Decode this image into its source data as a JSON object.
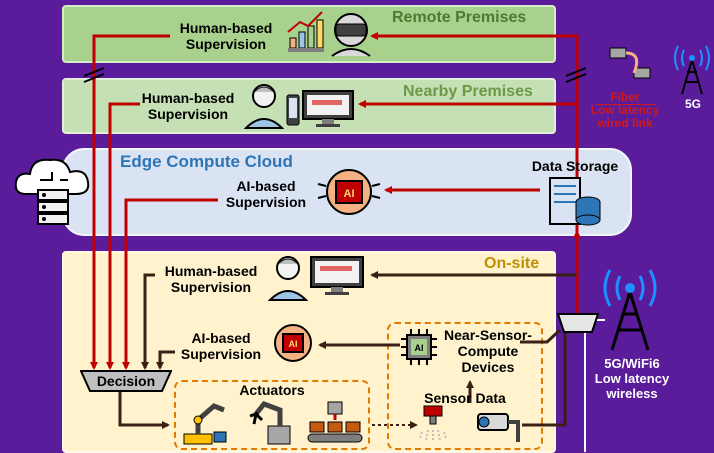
{
  "zones": {
    "remote": "Remote Premises",
    "nearby": "Nearby Premises",
    "edge": "Edge Compute Cloud",
    "onsite": "On-site"
  },
  "labels": {
    "remote_supervision": "Human-based Supervision",
    "nearby_supervision": "Human-based Supervision",
    "edge_supervision": "AI-based Supervision",
    "data_storage": "Data Storage",
    "onsite_human_supervision": "Human-based Supervision",
    "onsite_ai_supervision": "AI-based Supervision",
    "decision": "Decision",
    "actuators": "Actuators",
    "near_sensor": "Near-Sensor-Compute Devices",
    "sensor_data": "Sensor Data",
    "fiber": "Fiber",
    "fiber_latency": "Low latency",
    "fiber_link": "wired link",
    "fiveg": "5G",
    "wireless_tech": "5G/WiFi6",
    "wireless_latency": "Low latency",
    "wireless_word": "wireless"
  },
  "colors": {
    "background": "#5a1c9a",
    "remote_fill": "#a9d18e",
    "nearby_fill": "#c5e0b4",
    "edge_fill": "#dae3f3",
    "onsite_fill": "#fff2cc",
    "red_arrow": "#c00000",
    "dark_arrow": "#3b1f14",
    "tower_blue": "#1e90ff"
  }
}
